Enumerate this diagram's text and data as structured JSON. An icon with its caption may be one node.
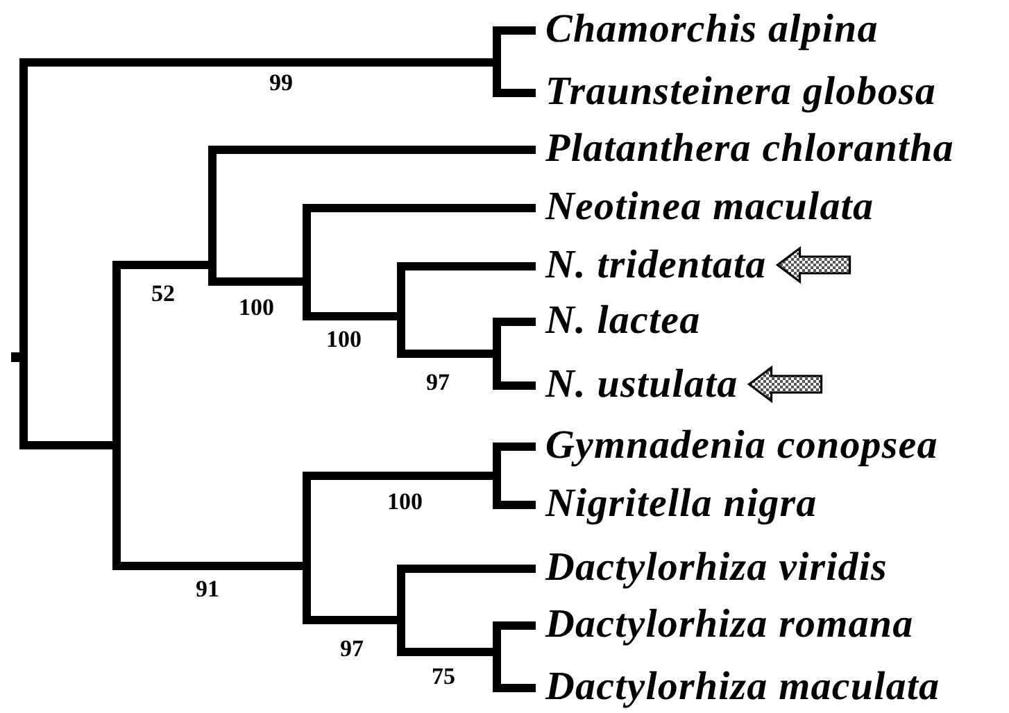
{
  "diagram": {
    "nodes": [
      {
        "text": [
          "Chamorchis alpina"
        ]
      },
      {
        "text": [
          "Traunsteinera globosa"
        ]
      },
      {
        "text": [
          "Platanthera chlorantha"
        ]
      },
      {
        "text": [
          "Neotinea maculata"
        ]
      },
      {
        "text": [
          "N. tridentata"
        ]
      },
      {
        "text": [
          "N. lactea"
        ]
      },
      {
        "text": [
          "N. ustulata"
        ]
      },
      {
        "text": [
          "Gymnadenia conopsea"
        ]
      },
      {
        "text": [
          "Nigritella nigra"
        ]
      },
      {
        "text": [
          "Dactylorhiza viridis"
        ]
      },
      {
        "text": [
          "Dactylorhiza romana"
        ]
      },
      {
        "text": [
          "Dactylorhiza maculata"
        ]
      }
    ],
    "edges": [
      {
        "from": null,
        "to": 4,
        "arrow": "to"
      },
      {
        "from": null,
        "to": 6,
        "arrow": "to"
      }
    ],
    "labels": [
      "99",
      "52",
      "100",
      "100",
      "97",
      "100",
      "91",
      "97",
      "75"
    ]
  }
}
